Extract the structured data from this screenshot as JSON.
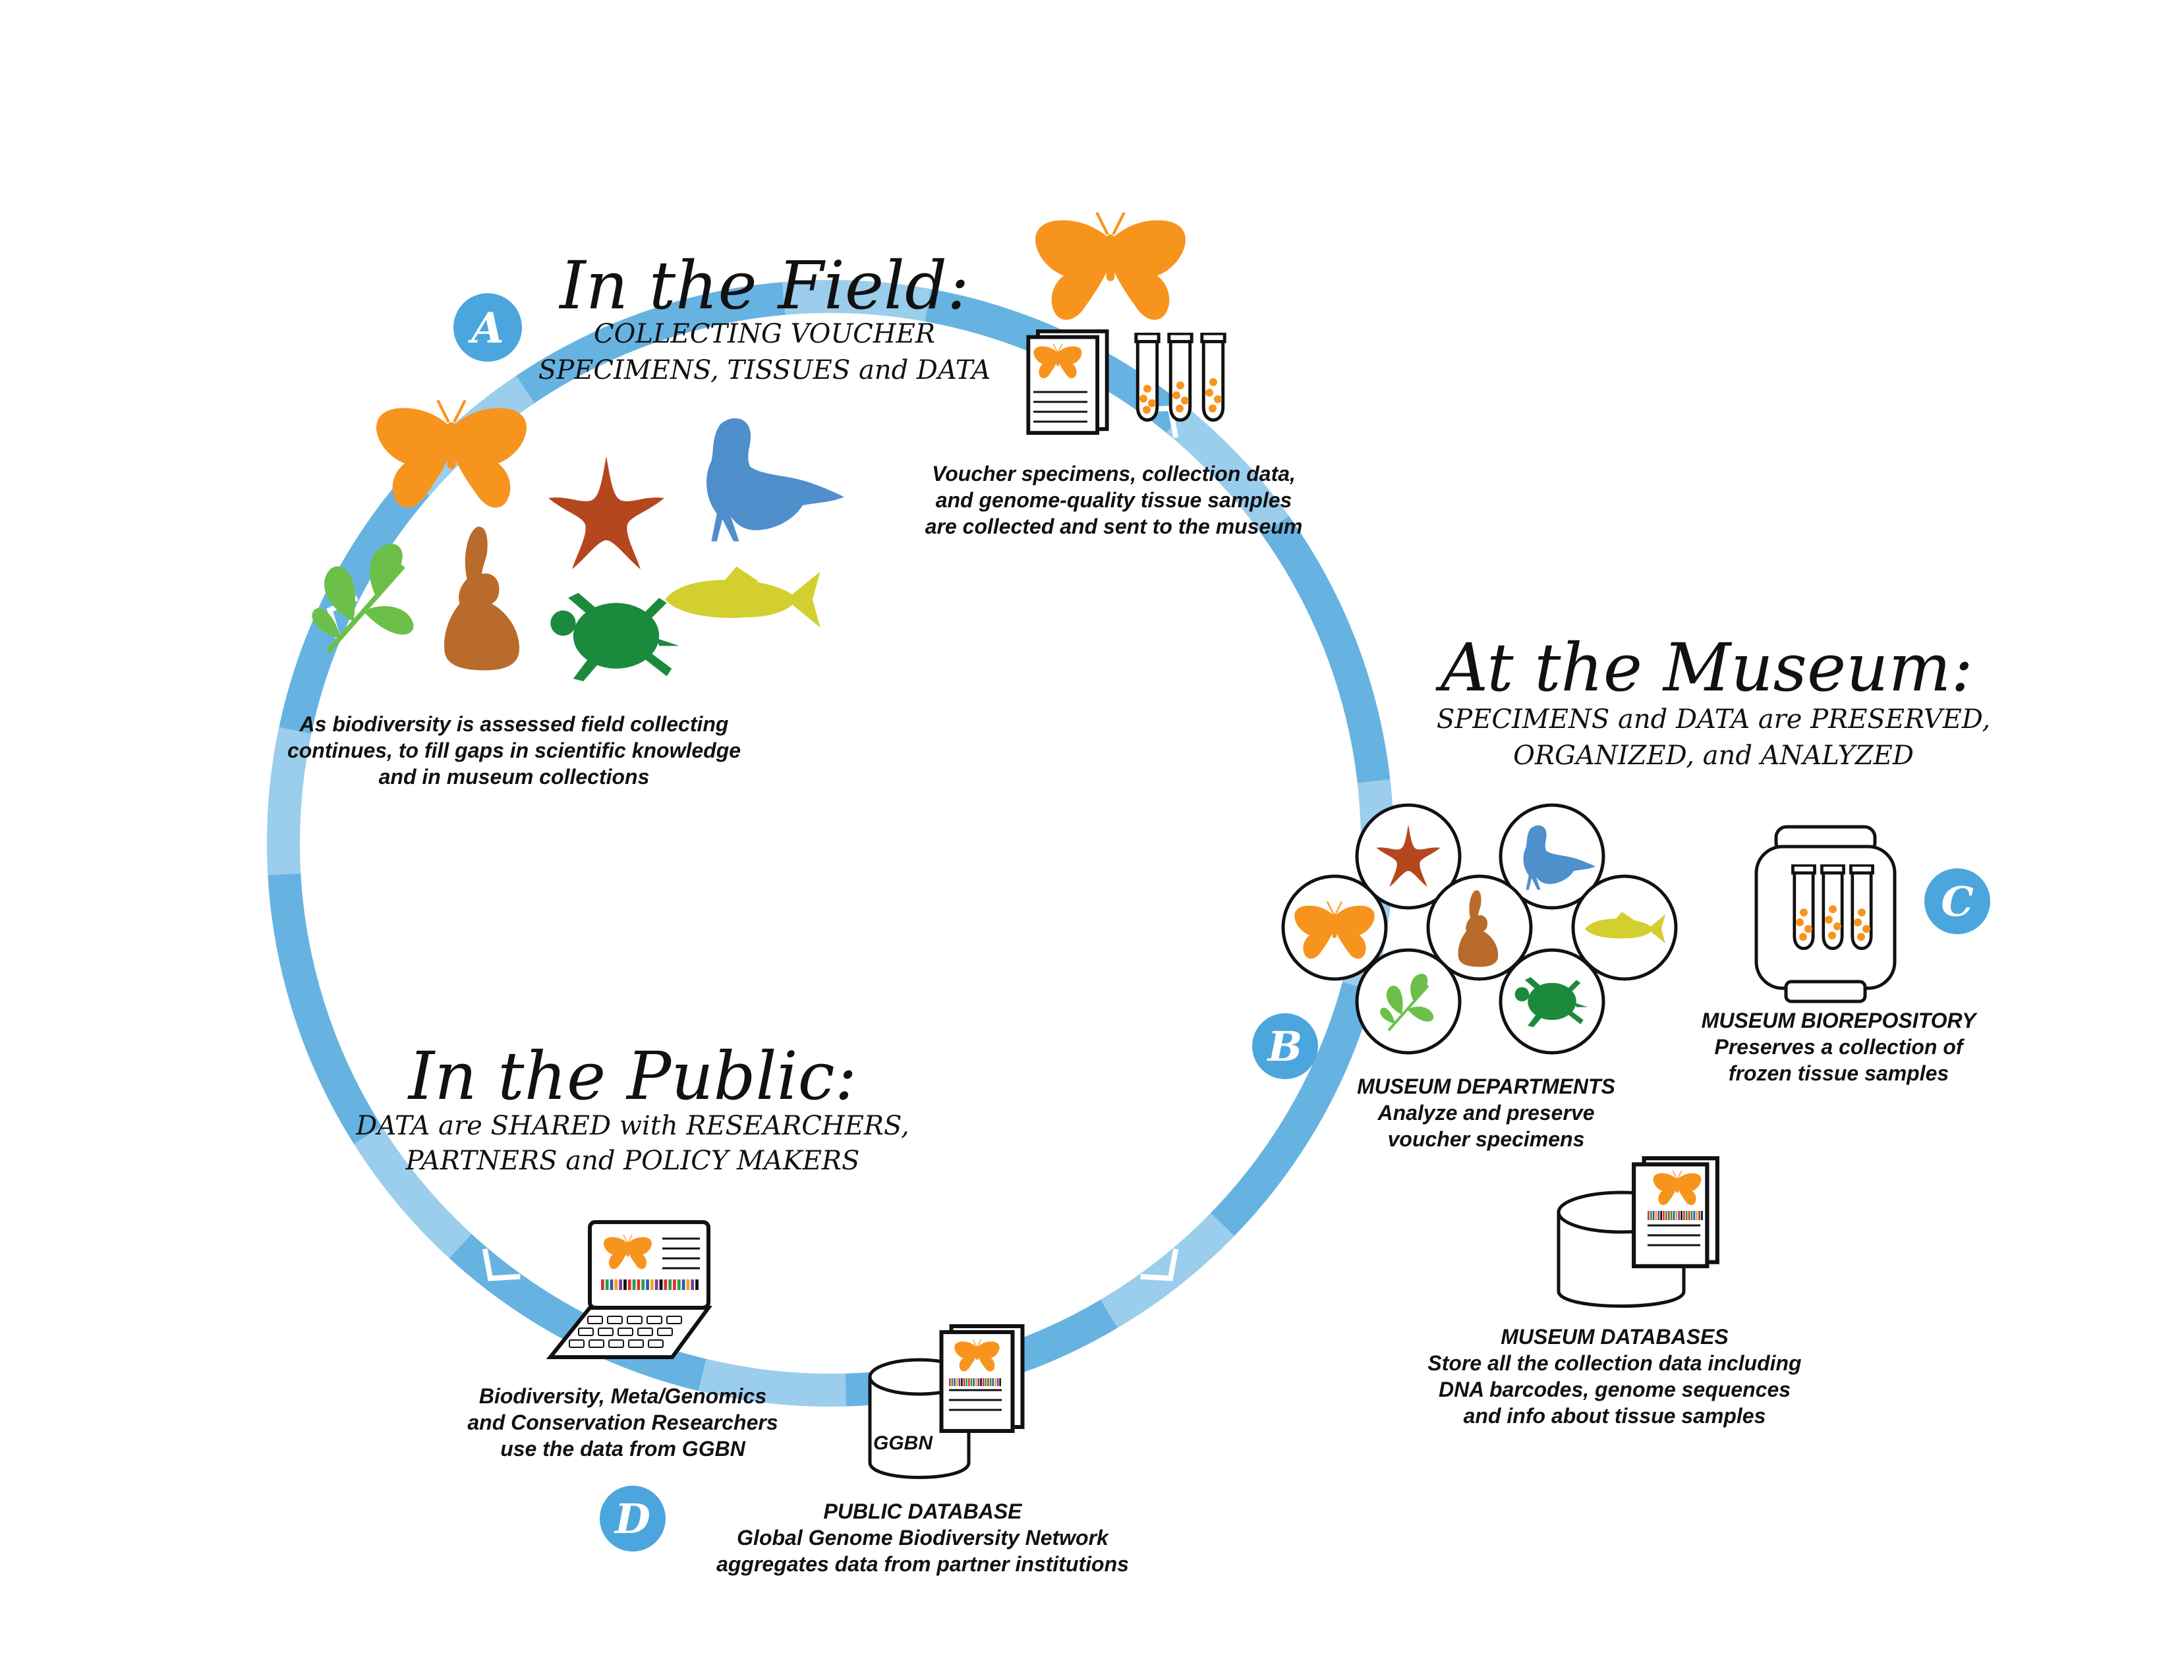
{
  "colors": {
    "ring": "#4ba6dd",
    "badge": "#4ba6dd",
    "butterfly": "#f7941d",
    "starfish": "#b5471e",
    "bird": "#4f8fcc",
    "rabbit": "#b86b2b",
    "plant": "#6cc04a",
    "turtle": "#1b8a3c",
    "fish": "#d3cf2e",
    "ink": "#111111"
  },
  "field": {
    "badge": "A",
    "title": "In the Field:",
    "subtitle_line1": "COLLECTING VOUCHER",
    "subtitle_line2": "SPECIMENS, TISSUES and DATA",
    "caption": [
      "As biodiversity is assessed field collecting",
      "continues, to fill gaps in scientific knowledge",
      "and in museum collections"
    ],
    "collect_caption": [
      "Voucher specimens, collection data,",
      "and genome-quality tissue samples",
      "are collected and sent to the museum"
    ],
    "icons": [
      "butterfly-icon",
      "starfish-icon",
      "bird-icon",
      "plant-icon",
      "rabbit-icon",
      "turtle-icon",
      "fish-icon"
    ]
  },
  "museum": {
    "title": "At the Museum:",
    "subtitle_line1": "SPECIMENS and DATA are PRESERVED,",
    "subtitle_line2": "ORGANIZED, and ANALYZED",
    "departments": {
      "badge": "B",
      "heading": "MUSEUM DEPARTMENTS",
      "lines": [
        "Analyze and preserve",
        "voucher specimens"
      ]
    },
    "biorepository": {
      "badge": "C",
      "heading": "MUSEUM BIOREPOSITORY",
      "lines": [
        "Preserves a collection of",
        "frozen tissue samples"
      ]
    },
    "databases": {
      "heading": "MUSEUM DATABASES",
      "lines": [
        "Store all the collection data including",
        "DNA barcodes, genome sequences",
        "and info about tissue samples"
      ]
    }
  },
  "public": {
    "title": "In the Public:",
    "subtitle_line1": "DATA are SHARED with RESEARCHERS,",
    "subtitle_line2": "PARTNERS and POLICY MAKERS",
    "researchers_caption": [
      "Biodiversity, Meta/Genomics",
      "and Conservation Researchers",
      "use the data from GGBN"
    ],
    "database": {
      "badge": "D",
      "cylinder_label": "GGBN",
      "heading": "PUBLIC DATABASE",
      "lines": [
        "Global Genome Biodiversity Network",
        "aggregates data from partner institutions"
      ]
    }
  }
}
